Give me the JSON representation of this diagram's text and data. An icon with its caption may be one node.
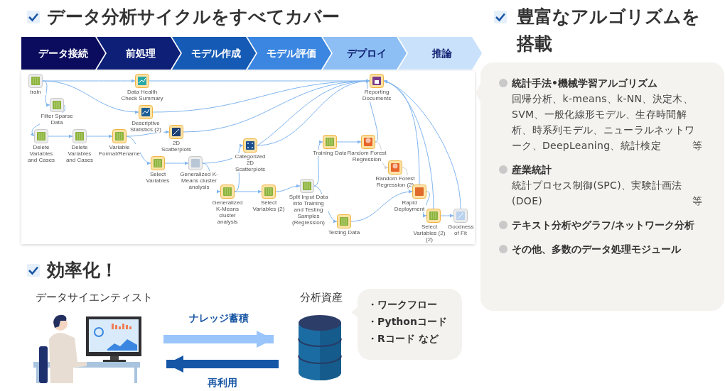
{
  "diagram": {
    "nodes": [
      {
        "text": [
          "データ接続"
        ]
      },
      {
        "text": [
          "前処理"
        ]
      },
      {
        "text": [
          "モデル作成"
        ]
      },
      {
        "text": [
          "モデル評価"
        ]
      },
      {
        "text": [
          "デプロイ"
        ]
      },
      {
        "text": [
          "推論"
        ]
      },
      {
        "text": [],
        "shape": "box"
      },
      {
        "text": [
          "train"
        ],
        "in": 6
      },
      {
        "text": [
          "Filter Sparse Data"
        ],
        "in": 6
      },
      {
        "text": [
          "Delete Variables and Cases"
        ],
        "in": 6
      },
      {
        "text": [
          "Delete Variables and Cases"
        ],
        "in": 6
      },
      {
        "text": [
          "Variable Format/Rename"
        ],
        "in": 6
      },
      {
        "text": [
          "Data Health Check Summary"
        ],
        "in": 6
      },
      {
        "text": [
          "Descriptive Statistics (2)"
        ],
        "in": 6
      },
      {
        "text": [
          "2D Scatterplots"
        ],
        "in": 6
      },
      {
        "text": [
          "Select Variables"
        ],
        "in": 6
      },
      {
        "text": [
          "Generalized K-Means cluster analysis"
        ],
        "in": 6
      },
      {
        "text": [
          "Generalized K-Means cluster analysis"
        ],
        "in": 6
      },
      {
        "text": [
          "Categorized 2D Scatterplots"
        ],
        "in": 6
      },
      {
        "text": [
          "Select Variables (2)"
        ],
        "in": 6
      },
      {
        "text": [
          "Split Input Data into Training and Testing Samples (Regression)"
        ],
        "in": 6
      },
      {
        "text": [
          "Training Data"
        ],
        "in": 6
      },
      {
        "text": [
          "Testing Data"
        ],
        "in": 6
      },
      {
        "text": [
          "Random Forest Regression"
        ],
        "in": 6
      },
      {
        "text": [
          "Reporting Documents"
        ],
        "in": 6
      },
      {
        "text": [
          "Random Forest Regression (2)"
        ],
        "in": 6
      },
      {
        "text": [
          "Rapid Deployment"
        ],
        "in": 6
      },
      {
        "text": [
          "Select Variables (2) (2)"
        ],
        "in": 6
      },
      {
        "text": [
          "Goodness of Fit"
        ],
        "in": 6
      },
      {
        "text": [
          "統計手法•機械学習アルゴリズム",
          "回帰分析、k-means、k-NN、決定木、SVM、一般化線形モデル、生存時間解析、時系列モデル、ニューラルネットワーク、DeepLeaning、統計検定",
          "等",
          "産業統計",
          "統計プロセス制御(SPC)、実験計画法(DOE)",
          "等",
          "テキスト分析やグラフ/ネットワーク分析",
          "その他、多数のデータ処理モジュール"
        ]
      },
      {
        "text": [
          "データサイエンティスト"
        ]
      },
      {
        "text": [
          "分析資産"
        ]
      },
      {
        "text": [
          "・ワークフロー",
          "・Pythonコード",
          "・Rコード など"
        ]
      }
    ],
    "edges": [
      {
        "from": 7,
        "to": 8,
        "arrow": "to"
      },
      {
        "from": 7,
        "to": 12,
        "arrow": "to"
      },
      {
        "from": 7,
        "to": 13,
        "arrow": "to"
      },
      {
        "from": 8,
        "to": 9,
        "arrow": "to"
      },
      {
        "from": 9,
        "to": 10,
        "arrow": "to"
      },
      {
        "from": 10,
        "to": 11,
        "arrow": "to"
      },
      {
        "from": 11,
        "to": 14,
        "arrow": "to"
      },
      {
        "from": 11,
        "to": 15,
        "arrow": "to"
      },
      {
        "from": 15,
        "to": 16,
        "arrow": "to"
      },
      {
        "from": 16,
        "to": 17,
        "arrow": "to"
      },
      {
        "from": 17,
        "to": 18,
        "arrow": "to"
      },
      {
        "from": 17,
        "to": 19,
        "arrow": "to"
      },
      {
        "from": 19,
        "to": 20,
        "arrow": "to"
      },
      {
        "from": 20,
        "to": 21,
        "arrow": "to"
      },
      {
        "from": 20,
        "to": 22,
        "arrow": "to"
      },
      {
        "from": 21,
        "to": 23,
        "arrow": "to"
      },
      {
        "from": 23,
        "to": 25,
        "arrow": "to",
        "color": "#cfcfcf"
      },
      {
        "from": 25,
        "to": 26,
        "arrow": "to",
        "color": "#cfcfcf"
      },
      {
        "from": 22,
        "to": 26,
        "arrow": "to"
      },
      {
        "from": 26,
        "to": 27,
        "arrow": "to"
      },
      {
        "from": 27,
        "to": 28,
        "arrow": "to"
      },
      {
        "from": 12,
        "to": 24,
        "arrow": "to"
      },
      {
        "from": 13,
        "to": 24,
        "arrow": "to"
      },
      {
        "from": 14,
        "to": 24,
        "arrow": "to"
      },
      {
        "from": 16,
        "to": 24,
        "arrow": "to"
      },
      {
        "from": 18,
        "to": 24,
        "arrow": "to"
      },
      {
        "from": 23,
        "to": 24,
        "arrow": "to"
      },
      {
        "from": 26,
        "to": 24,
        "arrow": "to"
      },
      {
        "from": 27,
        "to": 24,
        "arrow": "to"
      },
      {
        "from": 28,
        "to": 24,
        "arrow": "to"
      },
      {
        "from": 30,
        "to": 31,
        "arrow": "to",
        "label": "ナレッジ蓄積",
        "style": "thick",
        "color": "#99c5fb"
      },
      {
        "from": 31,
        "to": 30,
        "arrow": "to",
        "label": "再利用",
        "style": "thick",
        "color": "#1557a6"
      }
    ],
    "labels": [
      "データ分析サイクルをすべてカバー",
      "豊富なアルゴリズムを搭載",
      "効率化！"
    ]
  }
}
